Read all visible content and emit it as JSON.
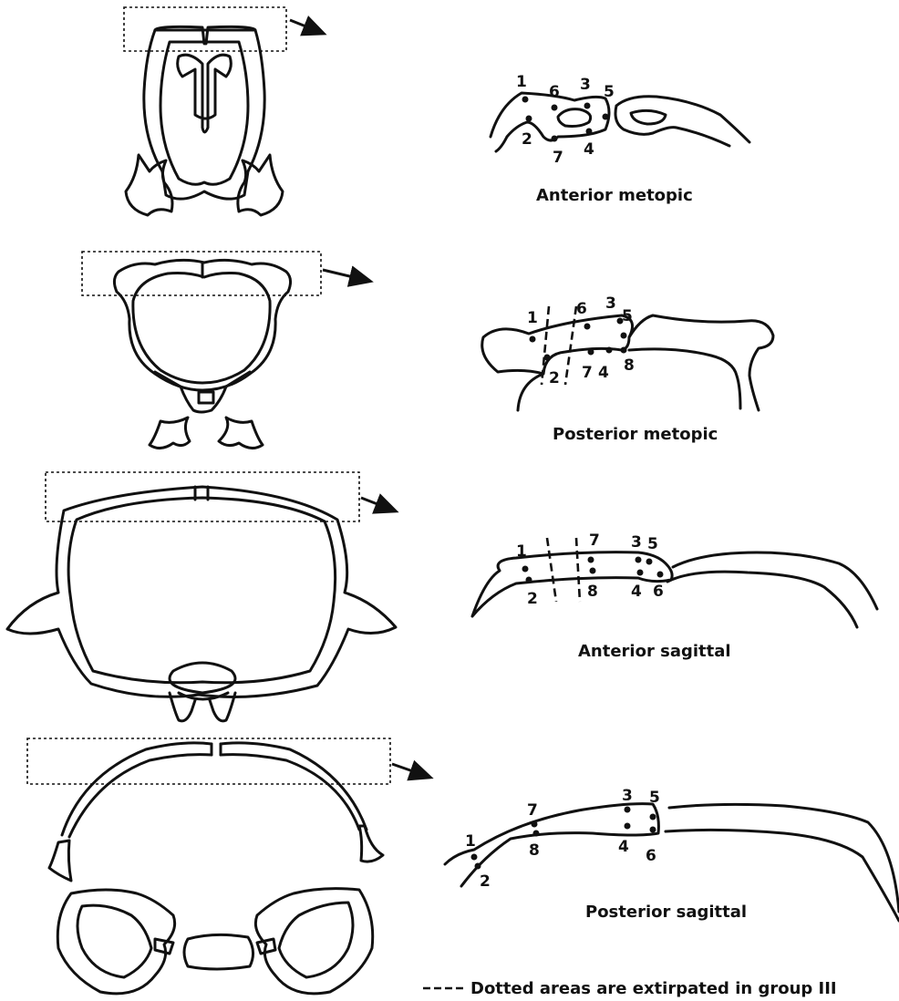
{
  "panels": [
    {
      "caption": "Anterior metopic",
      "points": [
        "1",
        "2",
        "3",
        "4",
        "5",
        "6",
        "7"
      ]
    },
    {
      "caption": "Posterior metopic",
      "points": [
        "1",
        "2",
        "3",
        "4",
        "5",
        "6",
        "7",
        "8"
      ]
    },
    {
      "caption": "Anterior sagittal",
      "points": [
        "1",
        "2",
        "3",
        "4",
        "5",
        "6",
        "7",
        "8"
      ]
    },
    {
      "caption": "Posterior sagittal",
      "points": [
        "1",
        "2",
        "3",
        "4",
        "5",
        "6",
        "7",
        "8"
      ]
    }
  ],
  "legend": {
    "text": "Dotted areas are extirpated in group III"
  }
}
